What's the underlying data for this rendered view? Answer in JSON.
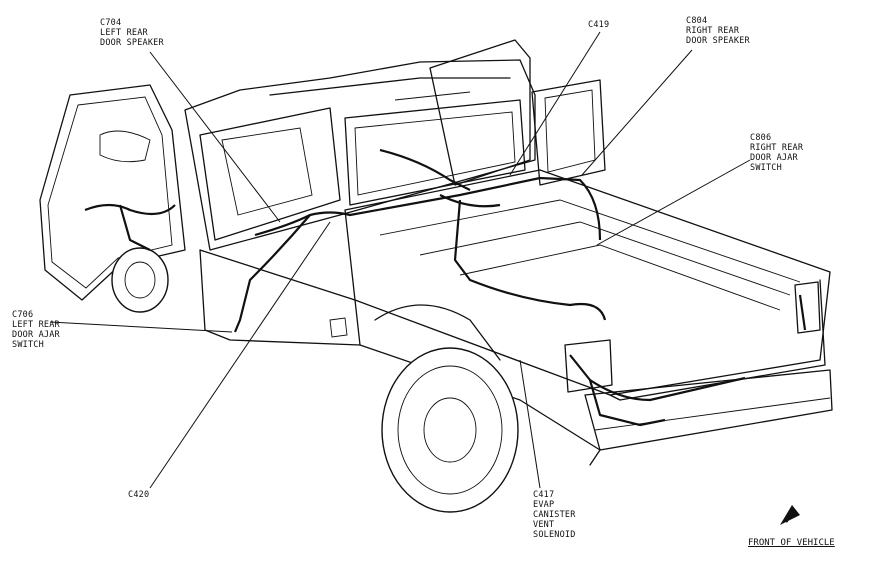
{
  "callouts": {
    "c704": {
      "lines": [
        "C704",
        "LEFT REAR",
        "DOOR SPEAKER"
      ]
    },
    "c419": {
      "lines": [
        "C419"
      ]
    },
    "c804": {
      "lines": [
        "C804",
        "RIGHT REAR",
        "DOOR SPEAKER"
      ]
    },
    "c806": {
      "lines": [
        "C806",
        "RIGHT REAR",
        "DOOR AJAR",
        "SWITCH"
      ]
    },
    "c706": {
      "lines": [
        "C706",
        "LEFT REAR",
        "DOOR AJAR",
        "SWITCH"
      ]
    },
    "c420": {
      "lines": [
        "C420"
      ]
    },
    "c417": {
      "lines": [
        "C417",
        "EVAP",
        "CANISTER",
        "VENT",
        "SOLENOID"
      ]
    }
  },
  "orientation": {
    "label": "FRONT OF VEHICLE",
    "icon": "front-arrow-icon"
  }
}
